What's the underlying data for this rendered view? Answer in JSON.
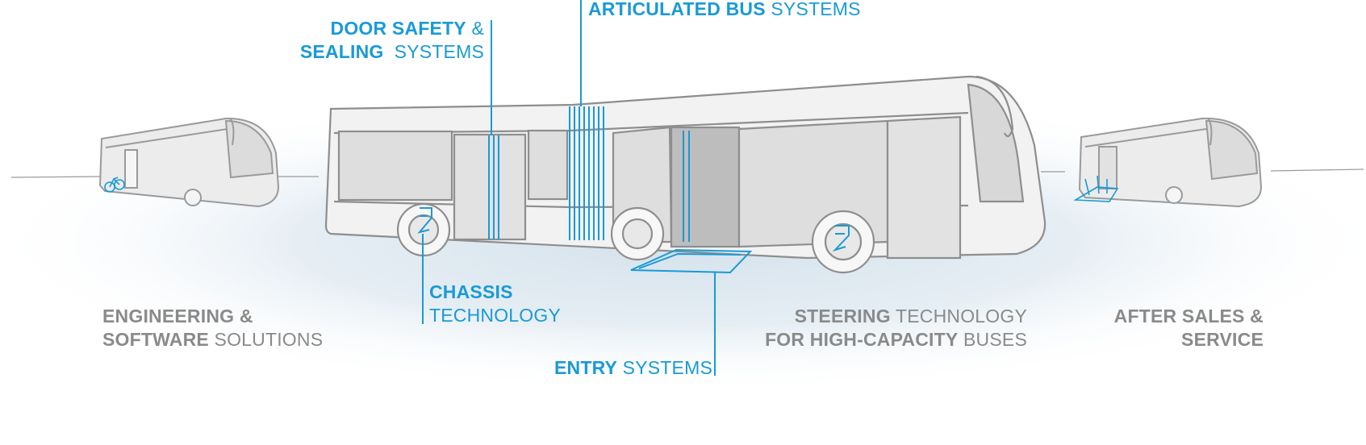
{
  "labels": {
    "door_safety": {
      "bold1": "DOOR SAFETY",
      "rest1": " &",
      "bold2": "SEALING",
      "rest2": "  SYSTEMS"
    },
    "articulated": {
      "bold": "ARTICULATED BUS",
      "rest": " SYSTEMS"
    },
    "chassis": {
      "bold": "CHASSIS",
      "rest": "TECHNOLOGY"
    },
    "engineering": {
      "bold1": "ENGINEERING &",
      "bold2": "SOFTWARE",
      "rest2": " SOLUTIONS"
    },
    "steering": {
      "bold1": "STEERING",
      "rest1": " TECHNOLOGY",
      "bold2": "FOR HIGH-CAPACITY",
      "rest2": " BUSES"
    },
    "after_sales": {
      "line1": "AFTER SALES &",
      "line2": "SERVICE"
    },
    "entry": {
      "bold": "ENTRY",
      "rest": " SYSTEMS"
    }
  },
  "colors": {
    "accent": "#1a9ad6",
    "label_grey": "#8a8a8a",
    "sketch": "#9a9a9a",
    "panel_fill": "#e4e4e4"
  },
  "icons": [
    "small-bus-left-icon",
    "bicycle-icon",
    "articulated-bus-icon",
    "wheel-icon",
    "ramp-icon",
    "small-bus-right-icon",
    "wheelchair-ramp-icon"
  ]
}
